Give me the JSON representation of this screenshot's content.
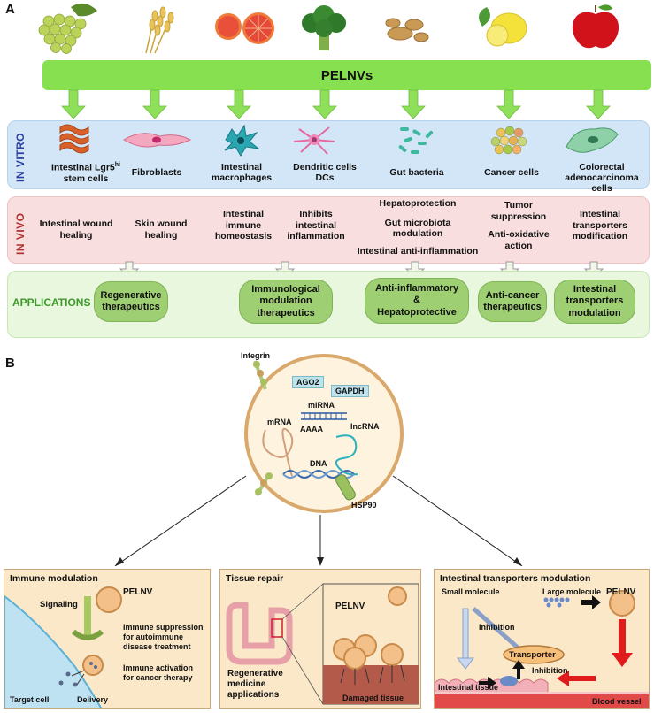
{
  "panel_a_letter": "A",
  "panel_b_letter": "B",
  "banner": "PELNVs",
  "bands": {
    "in_vitro": "IN VITRO",
    "in_vivo": "IN VIVO",
    "applications": "APPLICATIONS"
  },
  "sources": [
    "grapes",
    "wheat",
    "grapefruit",
    "broccoli",
    "ginger",
    "lemon",
    "apple"
  ],
  "cells": {
    "c1a": "Intestinal Lgr5",
    "c1sup": "hi",
    "c1b": "stem cells",
    "c2": "Fibroblasts",
    "c3a": "Intestinal",
    "c3b": "macrophages",
    "c4a": "Dendritic cells",
    "c4b": "DCs",
    "c5": "Gut bacteria",
    "c6": "Cancer cells",
    "c7a": "Colorectal",
    "c7b": "adenocarcinoma cells"
  },
  "vivo": {
    "v1a": "Intestinal wound",
    "v1b": "healing",
    "v2a": "Skin wound",
    "v2b": "healing",
    "v3a": "Intestinal",
    "v3b": "immune",
    "v3c": "homeostasis",
    "v4a": "Inhibits",
    "v4b": "intestinal",
    "v4c": "inflammation",
    "v5a": "Hepatoprotection",
    "v5b": "Gut microbiota",
    "v5c": "modulation",
    "v5d": "Intestinal anti-inflammation",
    "v6a": "Tumor",
    "v6b": "suppression",
    "v6c": "Anti-oxidative",
    "v6d": "action",
    "v7a": "Intestinal",
    "v7b": "transporters",
    "v7c": "modification"
  },
  "apps": {
    "a1a": "Regenerative",
    "a1b": "therapeutics",
    "a2a": "Immunological",
    "a2b": "modulation",
    "a2c": "therapeutics",
    "a3a": "Anti-inflammatory",
    "a3b": "&",
    "a3c": "Hepatoprotective",
    "a4a": "Anti-cancer",
    "a4b": "therapeutics",
    "a5a": "Intestinal",
    "a5b": "transporters",
    "a5c": "modulation"
  },
  "vesicle": {
    "integrin": "Integrin",
    "ago2": "AGO2",
    "gapdh": "GAPDH",
    "mirna": "miRNA",
    "mrna": "mRNA",
    "aaaa": "AAAA",
    "lncrna": "lncRNA",
    "dna": "DNA",
    "hsp90": "HSP90"
  },
  "immune": {
    "title": "Immune modulation",
    "pelnv": "PELNV",
    "signaling": "Signaling",
    "supp_a": "Immune suppression",
    "supp_b": "for autoimmune",
    "supp_c": "disease treatment",
    "act_a": "Immune activation",
    "act_b": "for cancer therapy",
    "target": "Target cell",
    "delivery": "Delivery"
  },
  "tissue": {
    "title": "Tissue repair",
    "pelnv": "PELNV",
    "regen_a": "Regenerative",
    "regen_b": "medicine",
    "regen_c": "applications",
    "damaged": "Damaged tissue"
  },
  "transport": {
    "title": "Intestinal transporters modulation",
    "small": "Small molecule",
    "large": "Large molecule",
    "pelnv": "PELNV",
    "inhibition1": "Inhibition",
    "transporter": "Transporter",
    "inhibition2": "Inhibition",
    "tissue": "Intestinal tissue",
    "vessel": "Blood vessel"
  },
  "colors": {
    "banner": "#86e04f",
    "arrow_green": "#8ee05a",
    "vitro_label": "#2a3fa0",
    "vivo_label": "#b03030",
    "apps_label": "#3d9a2a",
    "box_bg": "#fbe8c8",
    "red_arrow": "#e01b1b"
  }
}
